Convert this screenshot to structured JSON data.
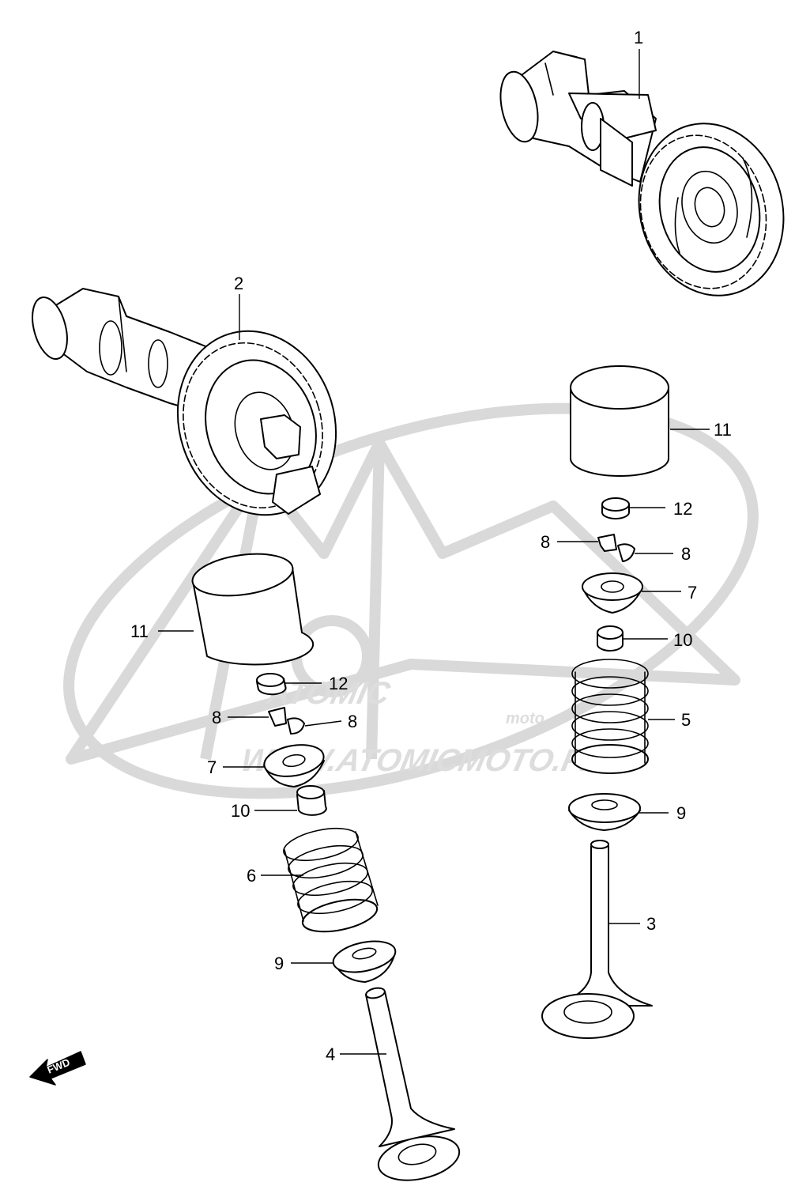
{
  "diagram": {
    "callouts": [
      "1",
      "2",
      "3",
      "4",
      "5",
      "6",
      "7",
      "7",
      "8",
      "8",
      "8",
      "8",
      "9",
      "9",
      "10",
      "10",
      "11",
      "11",
      "12",
      "12"
    ]
  },
  "watermark": {
    "brand": "ATOMIC",
    "sub": "moto",
    "url": "WWW.ATOMICMOTO.FR"
  },
  "fwd_label": "FWD"
}
